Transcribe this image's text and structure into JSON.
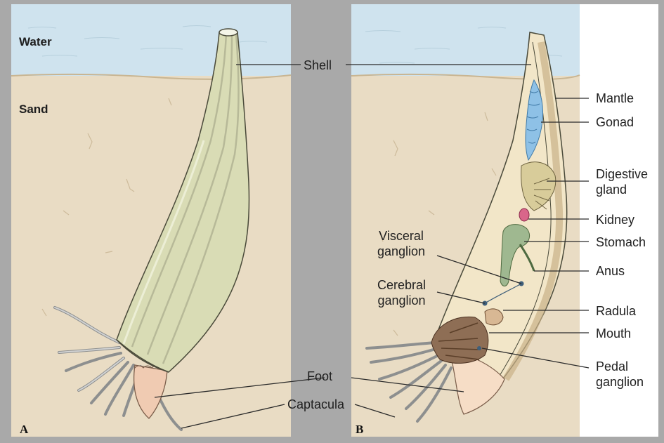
{
  "panels": [
    {
      "letter": "A"
    },
    {
      "letter": "B"
    }
  ],
  "environment": {
    "water_label": "Water",
    "sand_label": "Sand"
  },
  "labels": {
    "shell": "Shell",
    "foot": "Foot",
    "captacula": "Captacula",
    "visceral_ganglion": "Visceral\nganglion",
    "cerebral_ganglion": "Cerebral\nganglion",
    "mantle": "Mantle",
    "gonad": "Gonad",
    "digestive_gland": "Digestive\ngland",
    "kidney": "Kidney",
    "stomach": "Stomach",
    "anus": "Anus",
    "radula": "Radula",
    "mouth": "Mouth",
    "pedal_ganglion": "Pedal\nganglion"
  },
  "colors": {
    "frame": "#a9a9a9",
    "water": "#cfe3ee",
    "sand": "#e9dcc4",
    "shell": "#d9dcb5",
    "shell_stripe": "#b7b998",
    "foot": "#f0cbb2",
    "gonad": "#8ec1e6",
    "digestive_gland": "#d8cc9a",
    "kidney": "#d9668a",
    "gut": "#9fb890",
    "mouth": "#8e6e55"
  }
}
